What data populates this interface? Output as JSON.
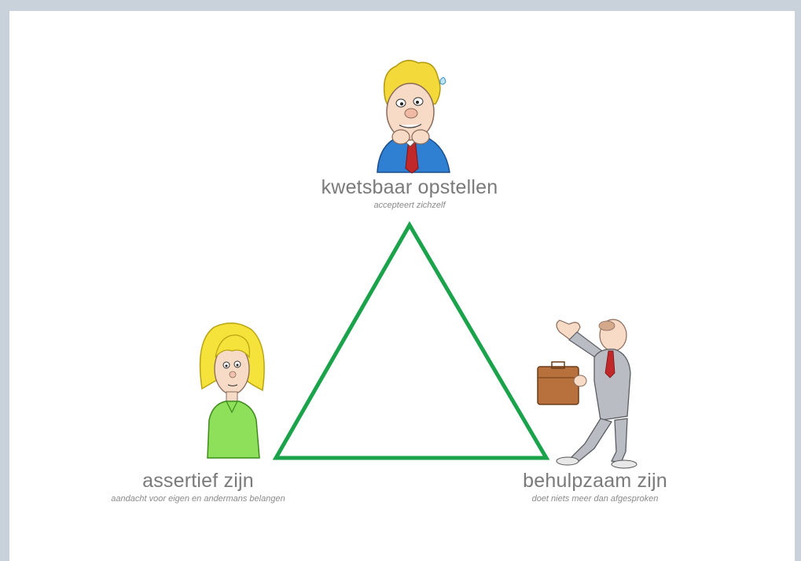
{
  "nodes": {
    "top": {
      "title": "kwetsbaar opstellen",
      "subtitle": "accepteert zichzelf"
    },
    "left": {
      "title": "assertief zijn",
      "subtitle": "aandacht voor eigen en andermans belangen"
    },
    "right": {
      "title": "behulpzaam zijn",
      "subtitle": "doet niets meer dan afgesproken"
    }
  },
  "colors": {
    "triangle": "#1aa34a",
    "background": "#ffffff",
    "frame": "#c9d1da",
    "text": "#7a7a7a"
  },
  "illustrations": [
    "worried-man-icon",
    "blonde-woman-icon",
    "businessman-with-briefcase-icon"
  ]
}
